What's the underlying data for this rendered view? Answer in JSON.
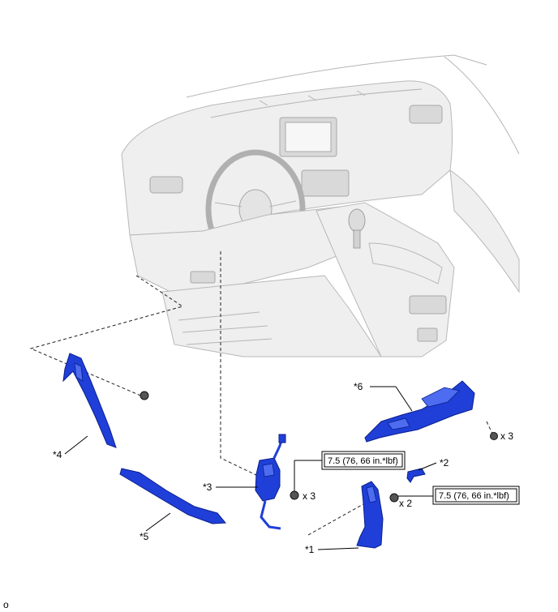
{
  "callouts": {
    "c1": "*1",
    "c2": "*2",
    "c3": "*3",
    "c4": "*4",
    "c5": "*5",
    "c6": "*6"
  },
  "torque": {
    "upper": "7.5 (76, 66 in.*lbf)",
    "right": "7.5 (76, 66 in.*lbf)"
  },
  "quantities": {
    "bolts_console": "x 3",
    "bolts_module": "x 3",
    "bolts_pedal": "x 2"
  },
  "footer": {
    "mark": "o"
  },
  "colors": {
    "part": "#1f3fd8",
    "interior": "#efefef"
  }
}
